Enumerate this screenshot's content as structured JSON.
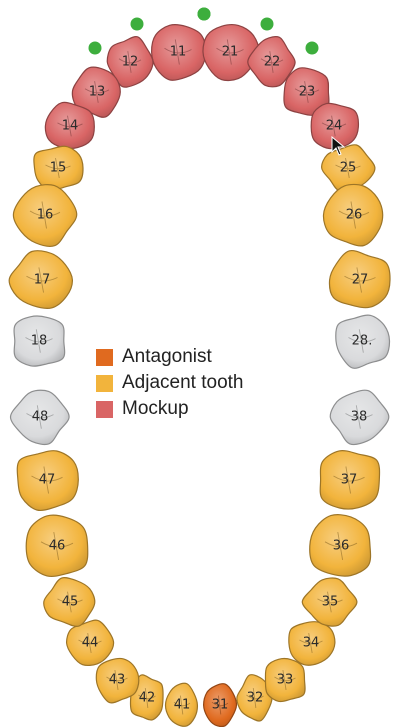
{
  "colors": {
    "antagonist": "#e06a1f",
    "adjacent": "#f2b43c",
    "mockup": "#d96565",
    "missing": "#d9dadc",
    "marker": "#3dae3d",
    "outline": "#9a6a2a"
  },
  "legend": [
    {
      "key": "antagonist",
      "label": "Antagonist"
    },
    {
      "key": "adjacent",
      "label": "Adjacent tooth"
    },
    {
      "key": "mockup",
      "label": "Mockup"
    }
  ],
  "teeth": [
    {
      "id": "11",
      "status": "mockup",
      "marker": true
    },
    {
      "id": "12",
      "status": "mockup",
      "marker": true
    },
    {
      "id": "13",
      "status": "mockup",
      "marker": true
    },
    {
      "id": "14",
      "status": "mockup",
      "marker": false
    },
    {
      "id": "15",
      "status": "adjacent",
      "marker": false
    },
    {
      "id": "16",
      "status": "adjacent",
      "marker": false
    },
    {
      "id": "17",
      "status": "adjacent",
      "marker": false
    },
    {
      "id": "18",
      "status": "missing",
      "marker": false
    },
    {
      "id": "21",
      "status": "mockup",
      "marker": true
    },
    {
      "id": "22",
      "status": "mockup",
      "marker": true
    },
    {
      "id": "23",
      "status": "mockup",
      "marker": true
    },
    {
      "id": "24",
      "status": "mockup",
      "marker": false
    },
    {
      "id": "25",
      "status": "adjacent",
      "marker": false
    },
    {
      "id": "26",
      "status": "adjacent",
      "marker": false
    },
    {
      "id": "27",
      "status": "adjacent",
      "marker": false
    },
    {
      "id": "28.",
      "status": "missing",
      "marker": false
    },
    {
      "id": "31",
      "status": "antagonist",
      "marker": false
    },
    {
      "id": "32",
      "status": "adjacent",
      "marker": false
    },
    {
      "id": "33",
      "status": "adjacent",
      "marker": false
    },
    {
      "id": "34",
      "status": "adjacent",
      "marker": false
    },
    {
      "id": "35",
      "status": "adjacent",
      "marker": false
    },
    {
      "id": "36",
      "status": "adjacent",
      "marker": false
    },
    {
      "id": "37",
      "status": "adjacent",
      "marker": false
    },
    {
      "id": "38",
      "status": "missing",
      "marker": false
    },
    {
      "id": "41",
      "status": "adjacent",
      "marker": false
    },
    {
      "id": "42",
      "status": "adjacent",
      "marker": false
    },
    {
      "id": "43",
      "status": "adjacent",
      "marker": false
    },
    {
      "id": "44",
      "status": "adjacent",
      "marker": false
    },
    {
      "id": "45",
      "status": "adjacent",
      "marker": false
    },
    {
      "id": "46",
      "status": "adjacent",
      "marker": false
    },
    {
      "id": "47",
      "status": "adjacent",
      "marker": false
    },
    {
      "id": "48",
      "status": "missing",
      "marker": false
    }
  ]
}
